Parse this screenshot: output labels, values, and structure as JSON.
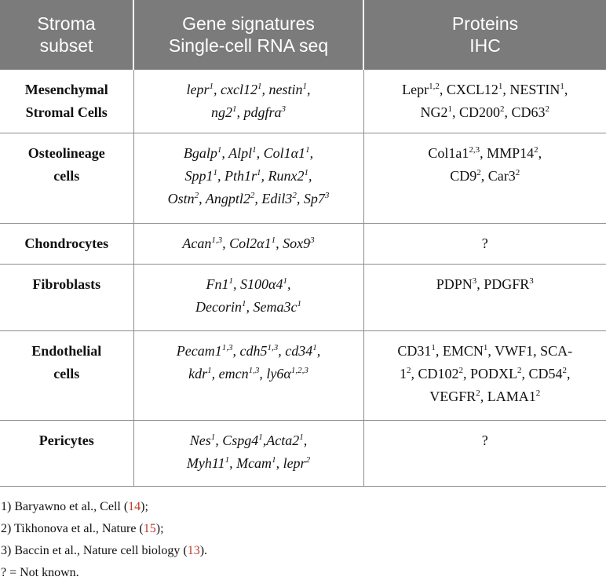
{
  "header": {
    "col1": [
      "Stroma",
      "subset"
    ],
    "col2": [
      "Gene signatures",
      "Single-cell RNA seq"
    ],
    "col3": [
      "Proteins",
      "IHC"
    ]
  },
  "rows": [
    {
      "subset": [
        "Mesenchymal",
        "Stromal Cells"
      ],
      "genes": [
        [
          [
            "lepr",
            "1"
          ],
          [
            ", cxcl12",
            "1"
          ],
          [
            ", nestin",
            "1"
          ],
          [
            ",",
            ""
          ]
        ],
        [
          [
            "ng2",
            "1"
          ],
          [
            ", pdgfra",
            "3"
          ]
        ]
      ],
      "proteins": [
        [
          [
            "Lepr",
            "1,2"
          ],
          [
            ", CXCL12",
            "1"
          ],
          [
            ", NESTIN",
            "1"
          ],
          [
            ",",
            ""
          ]
        ],
        [
          [
            "NG2",
            "1"
          ],
          [
            ", CD200",
            "2"
          ],
          [
            ", CD63",
            "2"
          ]
        ]
      ],
      "height": 81
    },
    {
      "subset": [
        "Osteolineage",
        "cells"
      ],
      "genes": [
        [
          [
            "Bgalp",
            "1"
          ],
          [
            ", Alpl",
            "1"
          ],
          [
            ", Col1α1",
            "1"
          ],
          [
            ",",
            ""
          ]
        ],
        [
          [
            "Spp1",
            "1"
          ],
          [
            ", Pth1r",
            "1"
          ],
          [
            ", Runx2",
            "1"
          ],
          [
            ",",
            ""
          ]
        ],
        [
          [
            "Ostn",
            "2"
          ],
          [
            ", Angptl2",
            "2"
          ],
          [
            ", Edil3",
            "2"
          ],
          [
            ", Sp7",
            "3"
          ]
        ]
      ],
      "proteins": [
        [
          [
            "Col1a1",
            "2,3"
          ],
          [
            ", MMP14",
            "2"
          ],
          [
            ",",
            ""
          ]
        ],
        [
          [
            "CD9",
            "2"
          ],
          [
            ", Car3",
            "2"
          ]
        ]
      ],
      "height": 115
    },
    {
      "subset": [
        "Chondrocytes"
      ],
      "genes": [
        [
          [
            "Acan",
            "1,3"
          ],
          [
            ", Col2α1",
            "1"
          ],
          [
            ", Sox9",
            "3"
          ]
        ]
      ],
      "proteins": [
        [
          [
            "?",
            ""
          ]
        ]
      ],
      "height": 52
    },
    {
      "subset": [
        "Fibroblasts"
      ],
      "genes": [
        [
          [
            "Fn1",
            "1"
          ],
          [
            ", S100α4",
            "1"
          ],
          [
            ",",
            ""
          ]
        ],
        [
          [
            "Decorin",
            "1"
          ],
          [
            ", Sema3c",
            "1"
          ]
        ]
      ],
      "proteins": [
        [
          [
            "PDPN",
            "3"
          ],
          [
            ", PDGFR",
            "3"
          ]
        ]
      ],
      "height": 85
    },
    {
      "subset": [
        "Endothelial",
        "cells"
      ],
      "genes": [
        [
          [
            "Pecam1",
            "1,3"
          ],
          [
            ", cdh5",
            "1,3"
          ],
          [
            ", cd34",
            "1"
          ],
          [
            ",",
            ""
          ]
        ],
        [
          [
            "kdr",
            "1"
          ],
          [
            ", emcn",
            "1,3"
          ],
          [
            ", ly6α",
            "1,2,3"
          ]
        ]
      ],
      "proteins": [
        [
          [
            "CD31",
            "1"
          ],
          [
            ", EMCN",
            "1"
          ],
          [
            ", VWF1, SCA-",
            ""
          ]
        ],
        [
          [
            "1",
            "2"
          ],
          [
            ", CD102",
            "2"
          ],
          [
            ", PODXL",
            "2"
          ],
          [
            ", CD54",
            "2"
          ],
          [
            ",",
            ""
          ]
        ],
        [
          [
            "VEGFR",
            "2"
          ],
          [
            ", LAMA1",
            "2"
          ]
        ]
      ],
      "height": 114
    },
    {
      "subset": [
        "Pericytes"
      ],
      "genes": [
        [
          [
            "Nes",
            "1"
          ],
          [
            ", Cspg4",
            "1"
          ],
          [
            ",Acta2",
            "1"
          ],
          [
            ",",
            ""
          ]
        ],
        [
          [
            "Myh11",
            "1"
          ],
          [
            ", Mcam",
            "1"
          ],
          [
            ", lepr",
            "2"
          ]
        ]
      ],
      "proteins": [
        [
          [
            "?",
            ""
          ]
        ]
      ],
      "height": 84
    }
  ],
  "footnotes": [
    {
      "text": "1) Baryawno et al., Cell (",
      "ref": "14",
      "tail": ");"
    },
    {
      "text": "2) Tikhonova et al., Nature (",
      "ref": "15",
      "tail": ");"
    },
    {
      "text": "3) Baccin et al., Nature cell biology (",
      "ref": "13",
      "tail": ")."
    },
    {
      "text": "? = Not known.",
      "ref": "",
      "tail": ""
    }
  ],
  "colors": {
    "header_bg": "#7b7b7b",
    "header_text": "#ffffff",
    "rule": "#8c8c8c",
    "reference_link": "#c0392b"
  }
}
